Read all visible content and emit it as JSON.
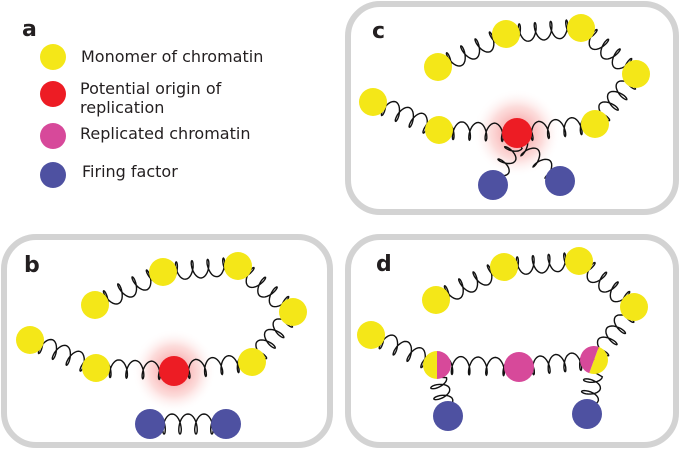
{
  "colors": {
    "monomer": "#f4e718",
    "origin": "#ed1c24",
    "replicated": "#d7499a",
    "firing_factor": "#4e51a1",
    "panel_border": "#d3d3d3",
    "spring": "#111111"
  },
  "panel_a": {
    "letter": "a",
    "legend": [
      {
        "key": "monomer",
        "lines": [
          "Monomer of chromatin"
        ]
      },
      {
        "key": "origin",
        "lines": [
          "Potential origin of",
          "replication"
        ]
      },
      {
        "key": "replicated",
        "lines": [
          "Replicated chromatin"
        ]
      },
      {
        "key": "firing_factor",
        "lines": [
          "Firing factor"
        ]
      }
    ]
  },
  "panel_b": {
    "letter": "b",
    "state": "firing factors bound together, origin unfired"
  },
  "panel_c": {
    "letter": "c",
    "state": "firing factors attached to origin"
  },
  "panel_d": {
    "letter": "d",
    "state": "origin fired, replication forks moving outward"
  }
}
